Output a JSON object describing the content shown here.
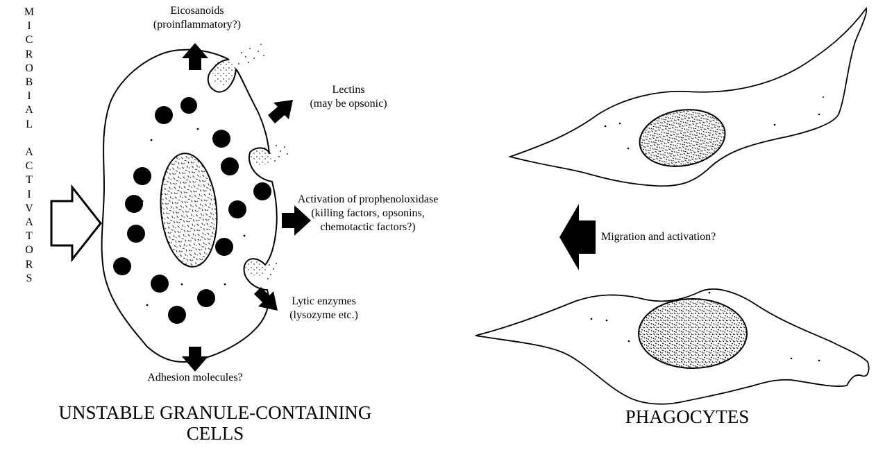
{
  "left_vertical_words": [
    "MICROBIAL",
    "ACTIVATORS"
  ],
  "labels": {
    "eicosanoids": [
      "Eicosanoids",
      "(proinflammatory?)"
    ],
    "lectins": [
      "Lectins",
      "(may be opsonic)"
    ],
    "prophenoloxidase": [
      "Activation of prophenoloxidase",
      "(killing factors, opsonins,",
      "chemotactic factors?)"
    ],
    "lytic": [
      "Lytic enzymes",
      "(lysozyme etc.)"
    ],
    "adhesion": "Adhesion molecules?",
    "migration": "Migration and activation?"
  },
  "titles": {
    "granule_cells": [
      "UNSTABLE GRANULE-CONTAINING",
      "CELLS"
    ],
    "phagocytes": "PHAGOCYTES"
  }
}
